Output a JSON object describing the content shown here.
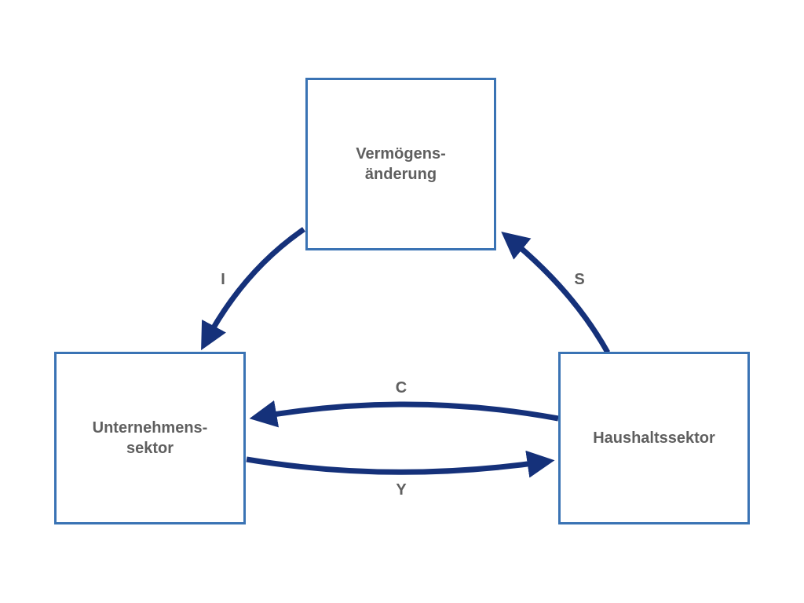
{
  "diagram": {
    "nodes": {
      "vermoegen": {
        "label": "Vermögens-\nänderung"
      },
      "unternehmen": {
        "label": "Unternehmens-\nsektor"
      },
      "haushalt": {
        "label": "Haushaltssektor"
      }
    },
    "flows": [
      {
        "id": "i",
        "label": "I",
        "from": "vermoegen",
        "to": "unternehmen"
      },
      {
        "id": "s",
        "label": "S",
        "from": "haushalt",
        "to": "vermoegen"
      },
      {
        "id": "c",
        "label": "C",
        "from": "haushalt",
        "to": "unternehmen"
      },
      {
        "id": "y",
        "label": "Y",
        "from": "unternehmen",
        "to": "haushalt"
      }
    ],
    "colors": {
      "box_border": "#3a73b4",
      "arrow": "#15317a",
      "text": "#5f5f5f"
    }
  }
}
